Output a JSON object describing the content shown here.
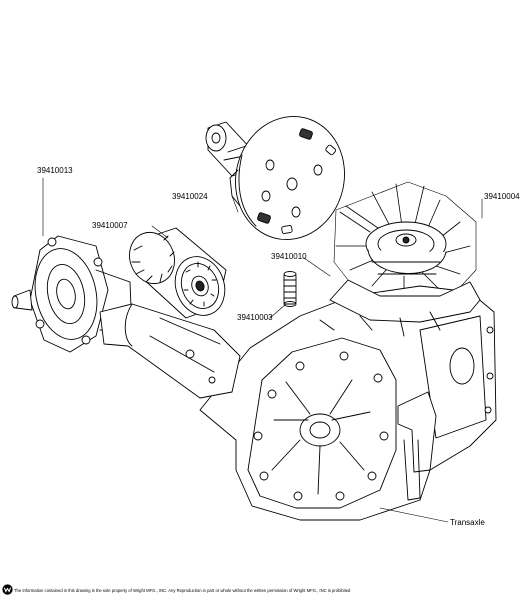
{
  "callouts": {
    "p39410013": "39410013",
    "p39410024": "39410024",
    "p39410007": "39410007",
    "p39410004": "39410004",
    "p39410010": "39410010",
    "p39410003": "39410003",
    "transaxle": "Transaxle"
  },
  "footer": {
    "notice": "The Information contained in this drawing is the sole property of Wright MFG., INC. Any Reproduction in part or whole without the written permission of Wright MFG., INC is prohibited",
    "logo_icon": "wright-logo-icon"
  },
  "colors": {
    "line": "#000000",
    "background": "#ffffff"
  }
}
